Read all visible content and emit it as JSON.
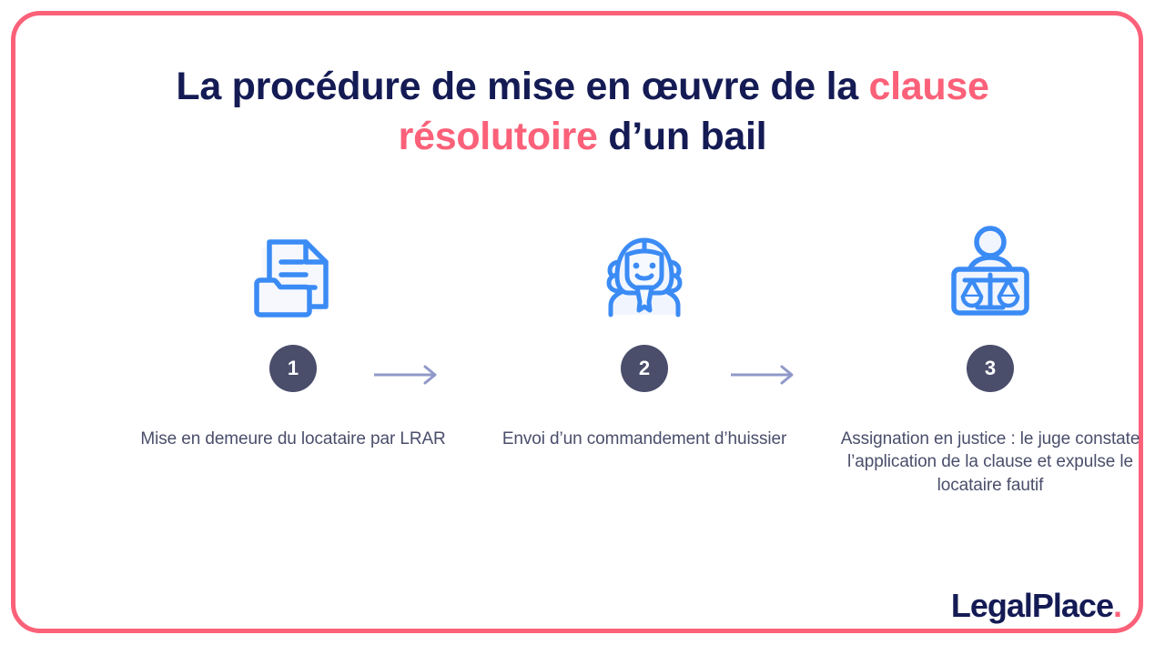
{
  "frame": {
    "border_color": "#FB6179",
    "background": "#ffffff"
  },
  "title": {
    "part1": "La procédure de mise en œuvre de la ",
    "accent1": "clause résolutoire",
    "part2": " d’un bail",
    "full_text": "La procédure de mise en œuvre de la clause résolutoire d’un bail",
    "navy_color": "#141B54",
    "pink_color": "#FB6179"
  },
  "steps": [
    {
      "number": "1",
      "icon": "document-folder-icon",
      "caption": "Mise en demeure du locataire par LRAR"
    },
    {
      "number": "2",
      "icon": "bailiff-wig-icon",
      "caption": "Envoi d’un commandement d’huissier"
    },
    {
      "number": "3",
      "icon": "judge-bench-scales-icon",
      "caption": "Assignation en justice : le juge constate l’application de la clause et expulse le locataire fautif"
    }
  ],
  "connectors": [
    {
      "name": "arrow-step1-to-step2",
      "direction": "right"
    },
    {
      "name": "arrow-step2-to-step3",
      "direction": "right"
    }
  ],
  "logo": {
    "text": "LegalPlace",
    "dot": ".",
    "text_color": "#141B54",
    "dot_color": "#FB6179"
  },
  "colors": {
    "icon_blue": "#3B8BF5",
    "icon_fill": "#F0F4FE",
    "badge": "#4A4E6B",
    "caption_text": "#4A4E6B",
    "arrow": "#8F99C9"
  }
}
